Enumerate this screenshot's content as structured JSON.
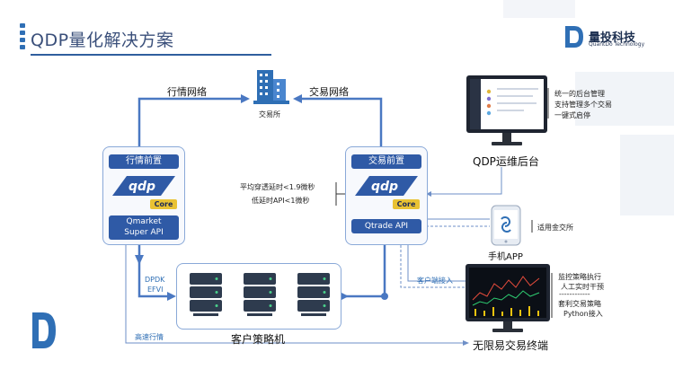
{
  "slide": {
    "title": "QDP量化解决方案"
  },
  "brand": {
    "name": "量投科技",
    "sub": "QuantDo Technology",
    "color": "#2f6fb5"
  },
  "exchange": {
    "label": "交易所",
    "market_network": "行情网络",
    "trade_network": "交易网络"
  },
  "market_front": {
    "header": "行情前置",
    "core": "Core",
    "api_line1": "Qmarket",
    "api_line2": "Super API"
  },
  "trade_front": {
    "header": "交易前置",
    "core": "Core",
    "api": "Qtrade API"
  },
  "latency": {
    "line1": "平均穿透延时<1.9微秒",
    "line2": "低延时API<1微秒"
  },
  "ops": {
    "title": "QDP运维后台",
    "notes": [
      "统一的后台管理",
      "支持管理多个交易",
      "一键式启停"
    ]
  },
  "mobile": {
    "title": "手机APP",
    "note": "适用金交所"
  },
  "terminal": {
    "title": "无限易交易终端",
    "notes_top": [
      "监控策略执行",
      "人工实时干预"
    ],
    "divider": "------------",
    "notes_bottom": [
      "套利交易策略",
      "Python接入"
    ]
  },
  "client_access": "客户端接入",
  "dpdk": {
    "line1": "DPDK",
    "line2": "EFVI"
  },
  "strategy_machines": "客户策略机",
  "fast_market": "高速行情"
}
